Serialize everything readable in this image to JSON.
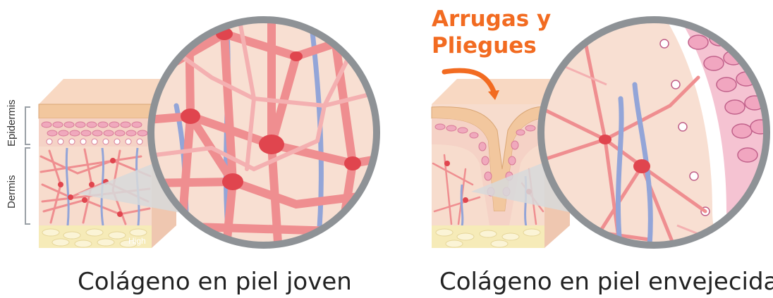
{
  "labels": {
    "epidermis": "Epidermis",
    "dermis": "Dermis",
    "high": "High",
    "callout_line1": "Arrugas y",
    "callout_line2": "Pliegues"
  },
  "captions": {
    "young": "Colágeno en piel joven",
    "aged": "Colágeno en piel envejecida"
  },
  "colors": {
    "fiber": "#ef8e90",
    "fiber_dark": "#e2676c",
    "cell": "#e0454e",
    "vein": "#93a5d8",
    "dermis_bg": "#f7dccd",
    "fat": "#f6ebb8",
    "lens_ring": "#8e9296",
    "callout": "#f26b21"
  }
}
